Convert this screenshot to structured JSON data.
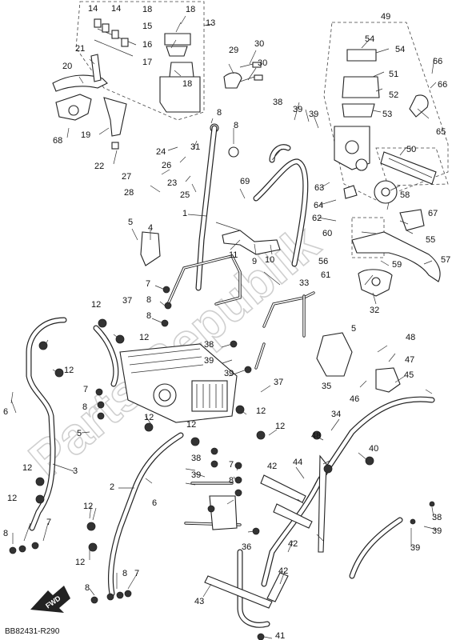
{
  "watermark": "Parts Republik",
  "footer": {
    "drawing_ref": "BB82431-R290"
  },
  "fwd_arrow": {
    "label": "FWD"
  },
  "callouts": [
    "1",
    "2",
    "3",
    "4",
    "5",
    "6",
    "7",
    "8",
    "9",
    "10",
    "11",
    "12",
    "13",
    "14",
    "15",
    "16",
    "17",
    "18",
    "19",
    "20",
    "21",
    "22",
    "23",
    "24",
    "25",
    "26",
    "27",
    "28",
    "29",
    "30",
    "31",
    "32",
    "33",
    "34",
    "35",
    "36",
    "37",
    "38",
    "39",
    "40",
    "41",
    "42",
    "43",
    "44",
    "45",
    "46",
    "47",
    "48",
    "49",
    "50",
    "51",
    "52",
    "53",
    "54",
    "55",
    "56",
    "57",
    "58",
    "59",
    "60",
    "61",
    "62",
    "63",
    "64",
    "65",
    "66",
    "67",
    "68",
    "69"
  ]
}
